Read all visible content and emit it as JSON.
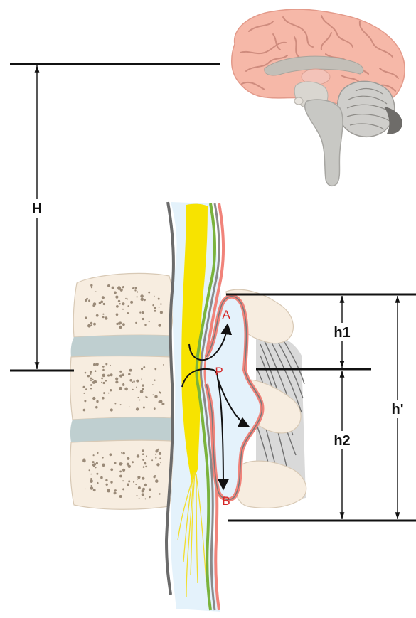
{
  "labels": {
    "H": "H",
    "h1": "h1",
    "h2": "h2",
    "h_prime": "h'",
    "A": "A",
    "P": "P",
    "B": "B"
  },
  "colors": {
    "brain": "#f6b8a8",
    "brain_gyri": "#cf8c7e",
    "brainstem": "#c8c8c4",
    "vertebra": "#f7ede0",
    "vertebra_spots": "#9a8a78",
    "disc": "#bfcfd0",
    "spinal_cord": "#f7e300",
    "dura_green": "#7ab33c",
    "dura_red": "#f1837a",
    "dura_gray": "#777777",
    "csf": "#e4f2fb",
    "label_red": "#d42525"
  }
}
